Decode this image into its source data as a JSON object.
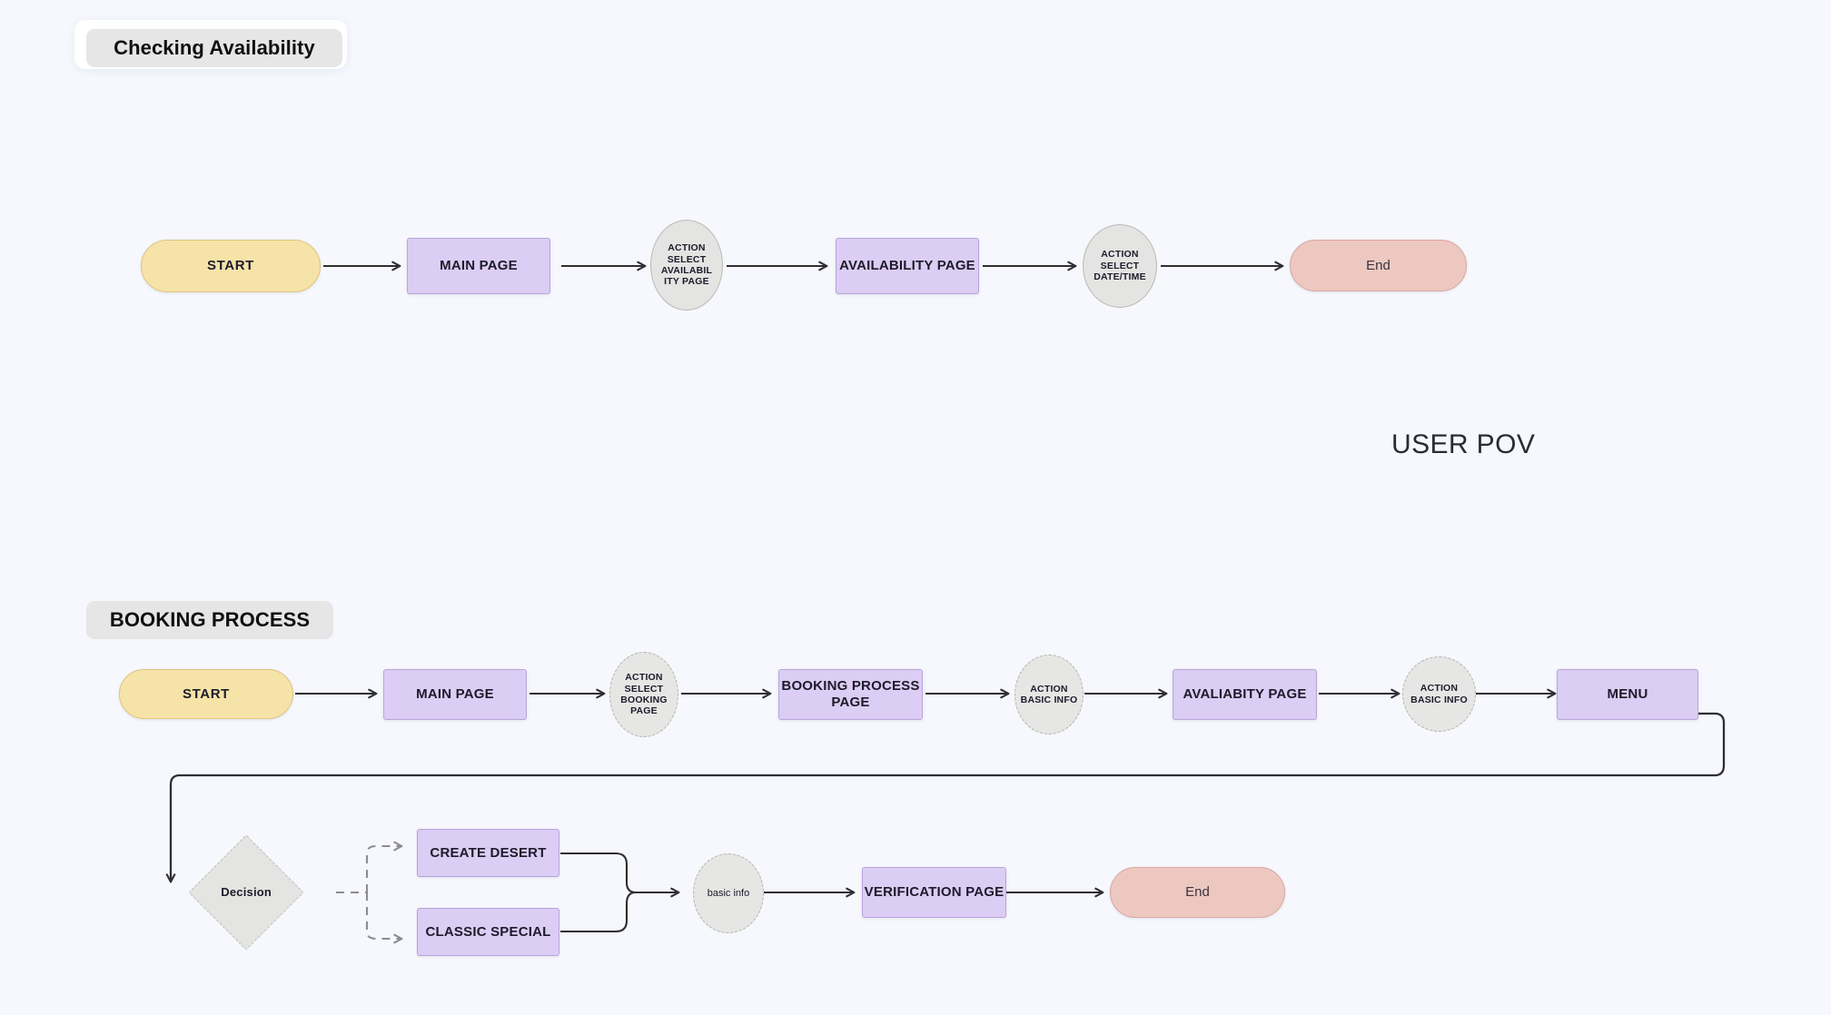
{
  "canvas": {
    "background_color": "#f6f8fe",
    "pov_label": "USER POV"
  },
  "palette": {
    "start_fill": "#f6e3a8",
    "start_stroke": "#dfc47f",
    "end_fill": "#edc8c1",
    "end_stroke": "#dba79e",
    "page_fill": "#dccdf4",
    "page_stroke": "#b9a5db",
    "action_fill": "#e4e4e2",
    "action_stroke": "#b9b9b5",
    "chip_fill": "#e6e6e6",
    "edge_stroke": "#2f2f33"
  },
  "sections": [
    {
      "id": "checking-availability",
      "title": "Checking Availability"
    },
    {
      "id": "booking-process",
      "title": "BOOKING PROCESS"
    }
  ],
  "flow_checking_availability": {
    "nodes": [
      {
        "id": "ca-start",
        "label": "START",
        "shape": "terminal-start"
      },
      {
        "id": "ca-main-page",
        "label": "MAIN PAGE",
        "shape": "process"
      },
      {
        "id": "ca-action-1",
        "label": "ACTION SELECT AVAILABIL ITY PAGE",
        "shape": "action-ellipse"
      },
      {
        "id": "ca-avail-page",
        "label": "AVAILABILITY PAGE",
        "shape": "process"
      },
      {
        "id": "ca-action-2",
        "label": "ACTION SELECT DATE/TIME",
        "shape": "action-ellipse"
      },
      {
        "id": "ca-end",
        "label": "End",
        "shape": "terminal-end"
      }
    ],
    "edges": [
      {
        "from": "ca-start",
        "to": "ca-main-page",
        "style": "solid-arrow"
      },
      {
        "from": "ca-main-page",
        "to": "ca-action-1",
        "style": "solid-arrow"
      },
      {
        "from": "ca-action-1",
        "to": "ca-avail-page",
        "style": "solid-arrow"
      },
      {
        "from": "ca-avail-page",
        "to": "ca-action-2",
        "style": "solid-arrow"
      },
      {
        "from": "ca-action-2",
        "to": "ca-end",
        "style": "solid-arrow"
      }
    ]
  },
  "flow_booking_process": {
    "nodes": [
      {
        "id": "bp-start",
        "label": "START",
        "shape": "terminal-start"
      },
      {
        "id": "bp-main-page",
        "label": "MAIN PAGE",
        "shape": "process"
      },
      {
        "id": "bp-action-1",
        "label": "ACTION SELECT BOOKING PAGE",
        "shape": "action-ellipse-dashed"
      },
      {
        "id": "bp-booking-page",
        "label": "BOOKING  PROCESS PAGE",
        "shape": "process"
      },
      {
        "id": "bp-action-2",
        "label": "ACTION BASIC INFO",
        "shape": "action-ellipse-dashed"
      },
      {
        "id": "bp-avail-page",
        "label": "AVALIABITY PAGE",
        "shape": "process"
      },
      {
        "id": "bp-action-3",
        "label": "ACTION BASIC INFO",
        "shape": "action-ellipse-dashed"
      },
      {
        "id": "bp-menu",
        "label": "MENU",
        "shape": "process"
      },
      {
        "id": "bp-decision",
        "label": "Decision",
        "shape": "decision"
      },
      {
        "id": "bp-create-desert",
        "label": "CREATE DESERT",
        "shape": "process"
      },
      {
        "id": "bp-classic-special",
        "label": "CLASSIC SPECIAL",
        "shape": "process"
      },
      {
        "id": "bp-basic-info",
        "label": "basic info",
        "shape": "action-ellipse-dashed"
      },
      {
        "id": "bp-verification",
        "label": "VERIFICATION PAGE",
        "shape": "process"
      },
      {
        "id": "bp-end",
        "label": "End",
        "shape": "terminal-end"
      }
    ],
    "edges": [
      {
        "from": "bp-start",
        "to": "bp-main-page",
        "style": "solid-arrow"
      },
      {
        "from": "bp-main-page",
        "to": "bp-action-1",
        "style": "solid-arrow"
      },
      {
        "from": "bp-action-1",
        "to": "bp-booking-page",
        "style": "solid-arrow"
      },
      {
        "from": "bp-booking-page",
        "to": "bp-action-2",
        "style": "solid-arrow"
      },
      {
        "from": "bp-action-2",
        "to": "bp-avail-page",
        "style": "solid-arrow"
      },
      {
        "from": "bp-avail-page",
        "to": "bp-action-3",
        "style": "solid-arrow"
      },
      {
        "from": "bp-action-3",
        "to": "bp-menu",
        "style": "solid-arrow"
      },
      {
        "from": "bp-menu",
        "to": "bp-decision",
        "style": "solid-wrap-arrow"
      },
      {
        "from": "bp-decision",
        "to": "bp-create-desert",
        "style": "dashed-arrow"
      },
      {
        "from": "bp-decision",
        "to": "bp-classic-special",
        "style": "dashed-arrow"
      },
      {
        "from": "bp-create-desert",
        "to": "bp-basic-info",
        "style": "solid-merge-arrow"
      },
      {
        "from": "bp-classic-special",
        "to": "bp-basic-info",
        "style": "solid-merge-arrow"
      },
      {
        "from": "bp-basic-info",
        "to": "bp-verification",
        "style": "solid-arrow"
      },
      {
        "from": "bp-verification",
        "to": "bp-end",
        "style": "solid-arrow"
      }
    ]
  },
  "labels": {
    "ca_action1_lines": [
      "ACTION",
      "SELECT",
      "AVAILABIL",
      "ITY PAGE"
    ],
    "ca_action2_lines": [
      "ACTION",
      "SELECT",
      "DATE/TIME"
    ],
    "bp_action1_lines": [
      "ACTION",
      "SELECT",
      "BOOKING",
      "PAGE"
    ],
    "bp_action2_lines": [
      "ACTION",
      "BASIC INFO"
    ],
    "bp_action3_lines": [
      "ACTION",
      "BASIC INFO"
    ],
    "bp_booking_lines": [
      "BOOKING  PROCESS",
      "PAGE"
    ]
  }
}
